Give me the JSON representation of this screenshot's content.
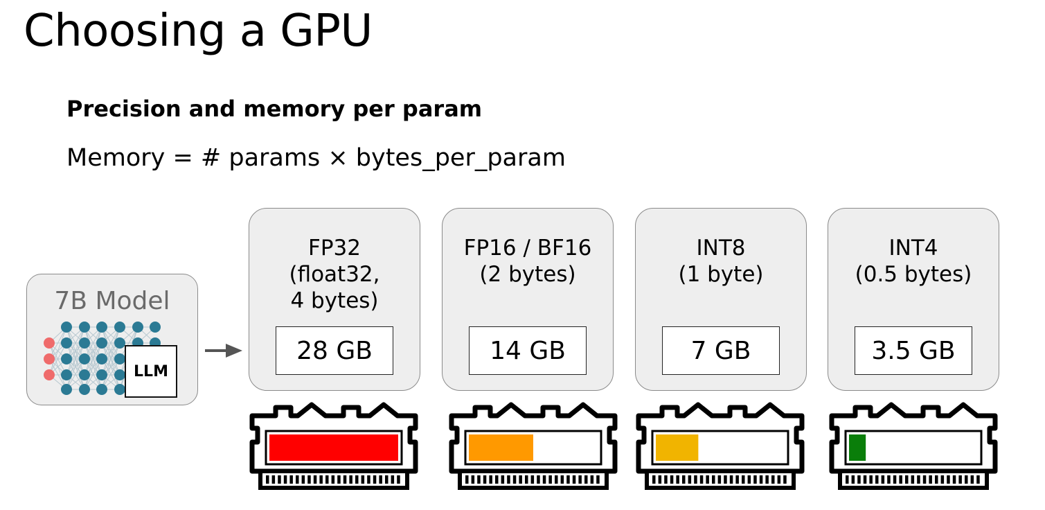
{
  "slide": {
    "title": "Choosing a GPU",
    "subtitle": "Precision and memory per param",
    "formula": "Memory = # params × bytes_per_param"
  },
  "model": {
    "label": "7B Model",
    "badge": "LLM",
    "net_colors": {
      "input": "#ef6b6b",
      "hidden": "#2b7a94",
      "edge": "#b7c8d0"
    }
  },
  "precisions": [
    {
      "label": "FP32\n(float32,\n4 bytes)",
      "memory": "28 GB",
      "fill_fraction": 1.0,
      "color": "#ff0000"
    },
    {
      "label": "FP16 / BF16\n(2 bytes)",
      "memory": "14 GB",
      "fill_fraction": 0.5,
      "color": "#ff9900"
    },
    {
      "label": "INT8\n(1 byte)",
      "memory": "7 GB",
      "fill_fraction": 0.33,
      "color": "#f1b400"
    },
    {
      "label": "INT4\n(0.5 bytes)",
      "memory": "3.5 GB",
      "fill_fraction": 0.13,
      "color": "#0a7e0a"
    }
  ]
}
